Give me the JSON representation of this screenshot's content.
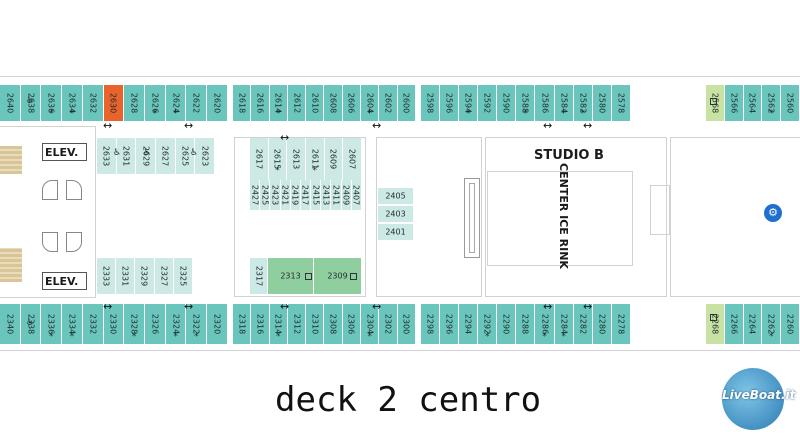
{
  "title": "deck 2 centro",
  "watermark": "LiveBoat.it",
  "labels": {
    "elev_top": "ELEV.",
    "elev_bottom": "ELEV.",
    "studio": "STUDIO B",
    "rink": "CENTER ICE RINK"
  },
  "top_row_left": [
    "2640",
    "2638",
    "2636",
    "2634",
    "2632",
    "2630",
    "2628",
    "2626",
    "2624",
    "2622",
    "2620"
  ],
  "top_row_mid": [
    "2618",
    "2616",
    "2614",
    "2612",
    "2610",
    "2608",
    "2606",
    "2604",
    "2602",
    "2600"
  ],
  "top_row_right": [
    "2598",
    "2596",
    "2594",
    "2592",
    "2590",
    "2588",
    "2586",
    "2584",
    "2582",
    "2580",
    "2578"
  ],
  "top_row_far": [
    "2568",
    "2566",
    "2564",
    "2562",
    "2560"
  ],
  "inner_top_left": [
    "2633",
    "2631",
    "2629",
    "2627",
    "2625",
    "2623"
  ],
  "inner_block_top": [
    "2617",
    "2615",
    "2613",
    "2611",
    "2609",
    "2607"
  ],
  "inner_block_mid": [
    "2427",
    "2425",
    "2423",
    "2421",
    "2419",
    "2417",
    "2415",
    "2413",
    "2411",
    "2409",
    "2407"
  ],
  "mini_block": [
    "2405",
    "2403",
    "2401"
  ],
  "inner_bottom_left": [
    "2333",
    "2331",
    "2329",
    "2327",
    "2325"
  ],
  "inner_bottom_mid": [
    "2317",
    "2313",
    "2309"
  ],
  "bottom_row_left": [
    "2340",
    "2338",
    "2336",
    "2334",
    "2332",
    "2330",
    "2328",
    "2326",
    "2324",
    "2322",
    "2320"
  ],
  "bottom_row_mid": [
    "2318",
    "2316",
    "2314",
    "2312",
    "2310",
    "2308",
    "2306",
    "2304",
    "2302",
    "2300"
  ],
  "bottom_row_right": [
    "2298",
    "2296",
    "2294",
    "2292",
    "2290",
    "2288",
    "2286",
    "2284",
    "2282",
    "2280",
    "2278"
  ],
  "bottom_row_far": [
    "2268",
    "2266",
    "2264",
    "2262",
    "2260"
  ]
}
